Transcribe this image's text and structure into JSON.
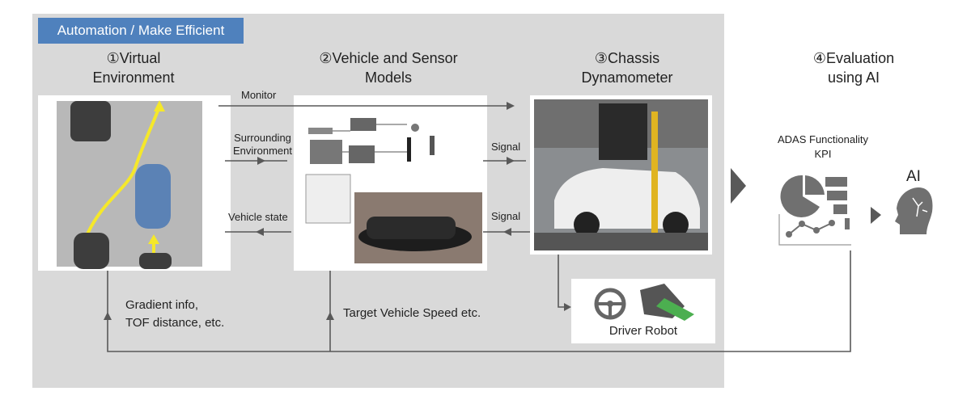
{
  "banner": "Automation / Make Efficient",
  "steps": [
    {
      "l1": "①Virtual",
      "l2": "Environment"
    },
    {
      "l1": "②Vehicle and Sensor",
      "l2": "Models"
    },
    {
      "l1": "③Chassis",
      "l2": "Dynamometer"
    },
    {
      "l1": "④Evaluation",
      "l2": "using AI"
    }
  ],
  "arrows": {
    "monitor": "Monitor",
    "surround1": "Surrounding",
    "surround2": "Environment",
    "signal_top": "Signal",
    "vehicle_state": "Vehicle state",
    "signal_bottom": "Signal"
  },
  "feedback": {
    "grad1": "Gradient info,",
    "grad2": "TOF distance, etc.",
    "target": "Target Vehicle Speed etc."
  },
  "driver_robot": "Driver Robot",
  "eval": {
    "kpi1": "ADAS Functionality",
    "kpi2": "KPI",
    "ai": "AI"
  },
  "colors": {
    "panel": "#d9d9d9",
    "banner": "#4f81bd",
    "arrow": "#595959"
  }
}
